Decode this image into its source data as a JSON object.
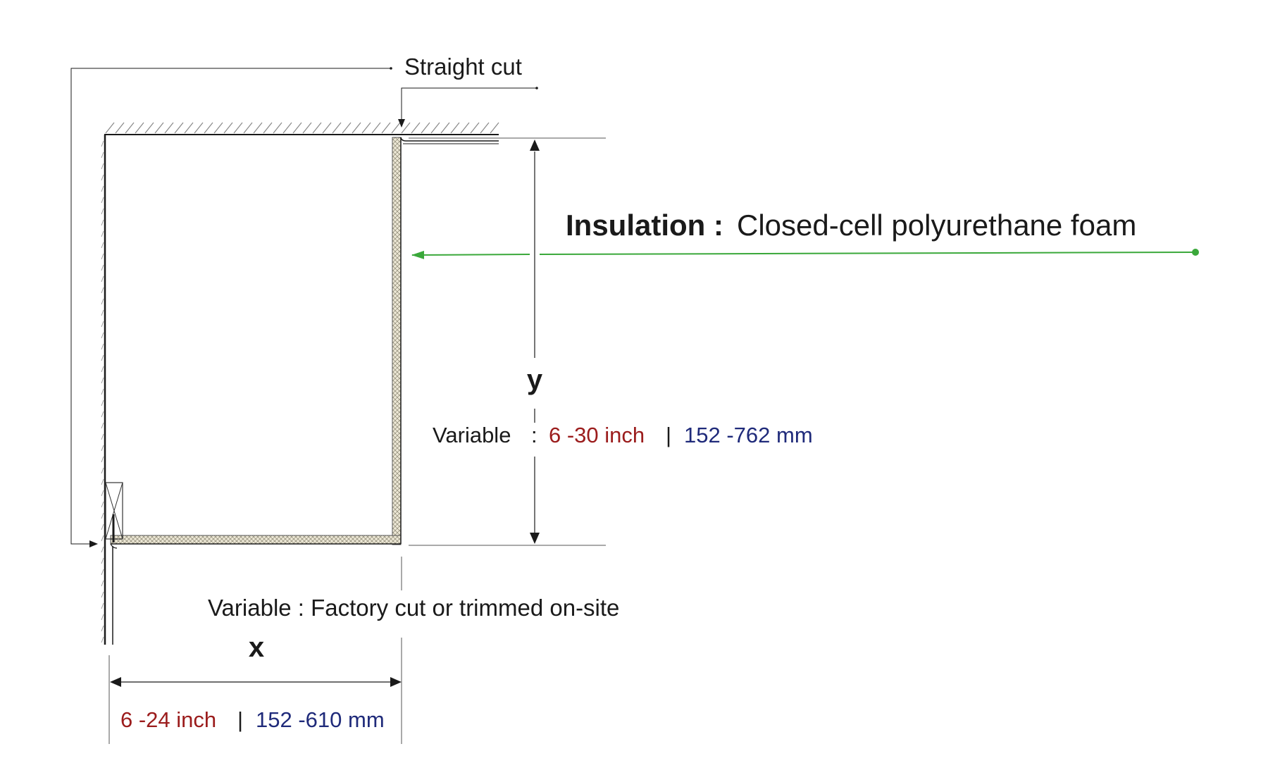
{
  "labels": {
    "straight_cut": "Straight cut",
    "insulation_title": "Insulation :",
    "insulation_desc": "Closed-cell polyurethane foam",
    "y_letter": "y",
    "y_variable": "Variable",
    "y_colon": ":",
    "y_inch": "6 -30 inch",
    "y_sep": "|",
    "y_mm": "152 -762 mm",
    "x_variable": "Variable : Factory cut or trimmed on-site",
    "x_letter": "x",
    "x_inch": "6 -24 inch",
    "x_sep": "|",
    "x_mm": "152 -610 mm"
  },
  "colors": {
    "inch": "#9b1c1c",
    "mm": "#1f2a7a",
    "leader": "#3aa83a"
  }
}
